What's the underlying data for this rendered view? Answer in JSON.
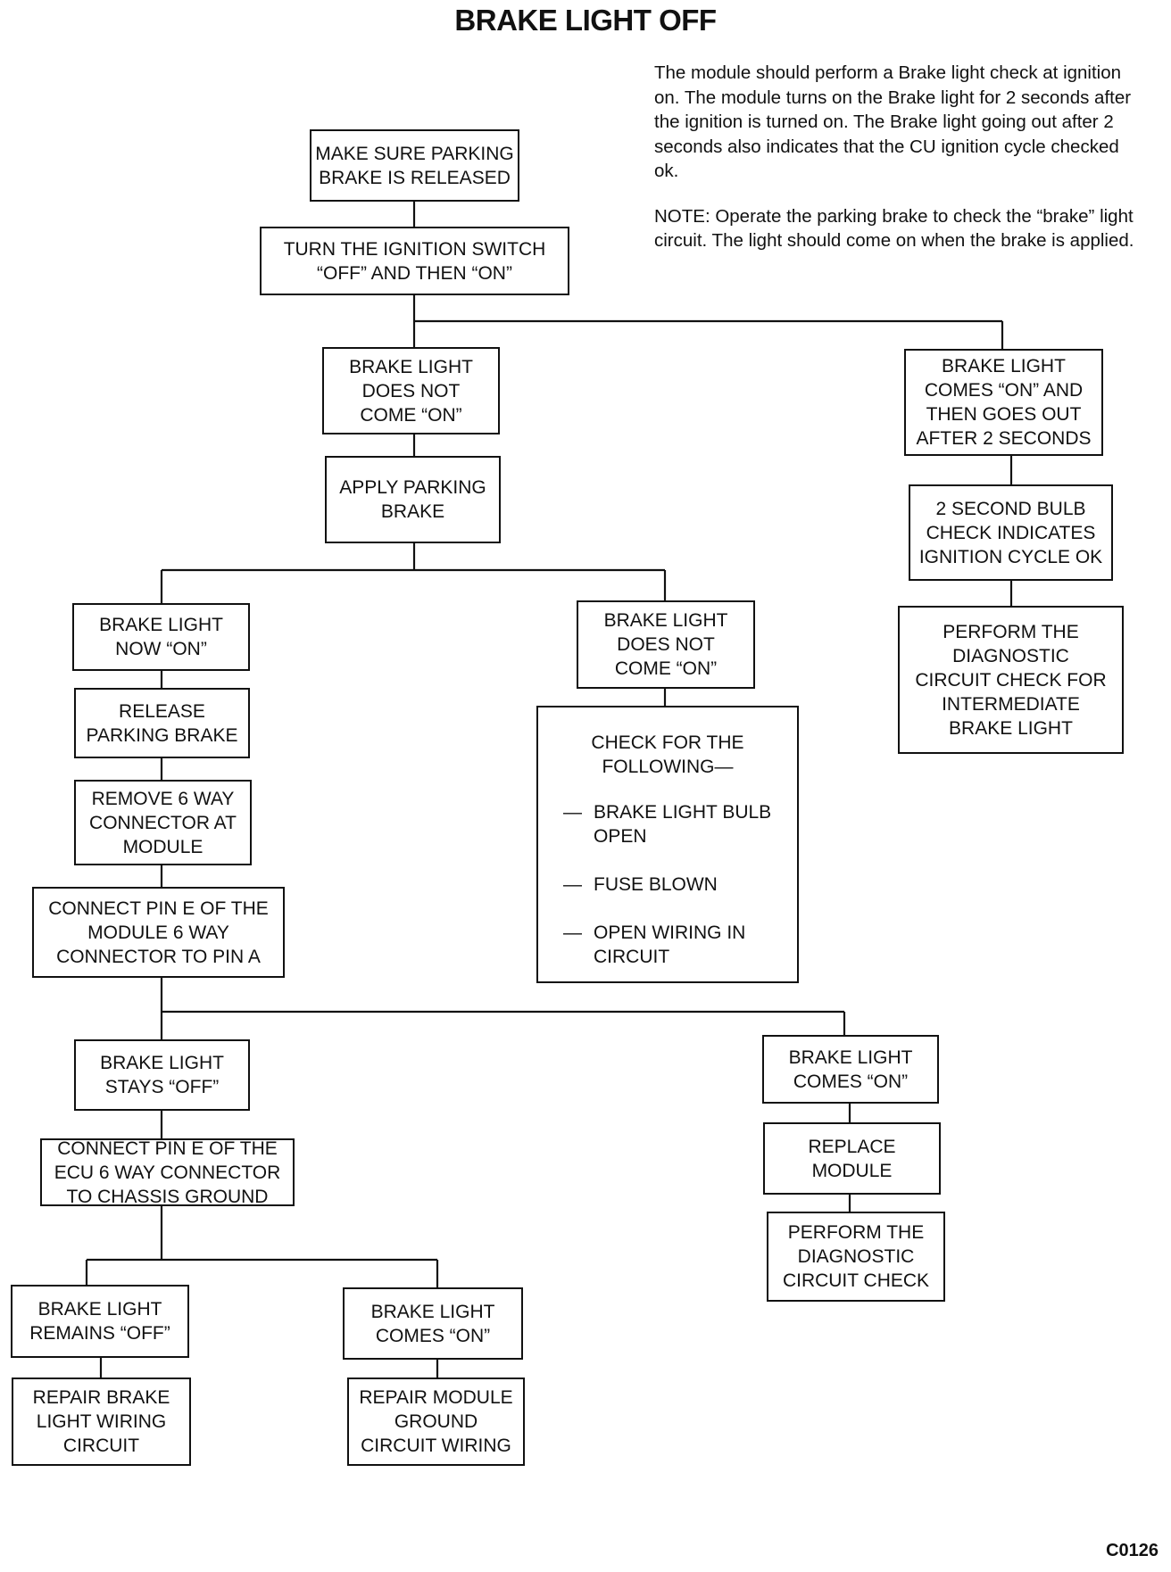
{
  "title": "BRAKE LIGHT OFF",
  "intro": "The module should perform a Brake light check at ignition on. The module turns on the Brake light for 2 seconds after the ignition is turned on. The Brake light going out after 2 seconds also indicates that the CU ignition cycle checked ok.",
  "note": "NOTE: Operate the parking brake to check the “brake” light circuit. The light should come on when the brake is applied.",
  "boxes": {
    "make_sure_parking": "MAKE SURE PARKING\nBRAKE IS RELEASED",
    "turn_ignition": "TURN THE IGNITION SWITCH\n“OFF” AND THEN “ON”",
    "does_not_come_on_1": "BRAKE LIGHT\nDOES NOT\nCOME “ON”",
    "apply_parking": "APPLY PARKING\nBRAKE",
    "comes_on_goes_out": "BRAKE LIGHT\nCOMES “ON” AND\nTHEN GOES OUT\nAFTER 2 SECONDS",
    "bulb_check_ok": "2 SECOND BULB\nCHECK INDICATES\nIGNITION CYCLE OK",
    "perform_intermediate": "PERFORM THE\nDIAGNOSTIC\nCIRCUIT CHECK FOR\nINTERMEDIATE\nBRAKE LIGHT",
    "now_on": "BRAKE LIGHT\nNOW “ON”",
    "release_parking": "RELEASE\nPARKING BRAKE",
    "remove_connector": "REMOVE 6 WAY\nCONNECTOR AT\nMODULE",
    "connect_pin_a": "CONNECT PIN E OF THE\nMODULE 6 WAY\nCONNECTOR TO PIN A",
    "does_not_come_on_2": "BRAKE LIGHT\nDOES NOT\nCOME “ON”",
    "stays_off": "BRAKE LIGHT\nSTAYS “OFF”",
    "connect_chassis": "CONNECT PIN E OF THE\nECU 6 WAY CONNECTOR\nTO CHASSIS GROUND",
    "remains_off": "BRAKE LIGHT\nREMAINS “OFF”",
    "repair_wiring": "REPAIR BRAKE\nLIGHT WIRING\nCIRCUIT",
    "comes_on_ground": "BRAKE LIGHT\nCOMES “ON”",
    "repair_ground": "REPAIR MODULE\nGROUND\nCIRCUIT WIRING",
    "comes_on_module": "BRAKE LIGHT\nCOMES “ON”",
    "replace_module": "REPLACE\nMODULE",
    "perform_check": "PERFORM THE\nDIAGNOSTIC\nCIRCUIT CHECK"
  },
  "checklist": {
    "heading": "CHECK FOR THE\nFOLLOWING—",
    "items": [
      "BRAKE LIGHT BULB\nOPEN",
      "FUSE BLOWN",
      "OPEN WIRING IN\nCIRCUIT"
    ]
  },
  "figure_code": "C0126"
}
